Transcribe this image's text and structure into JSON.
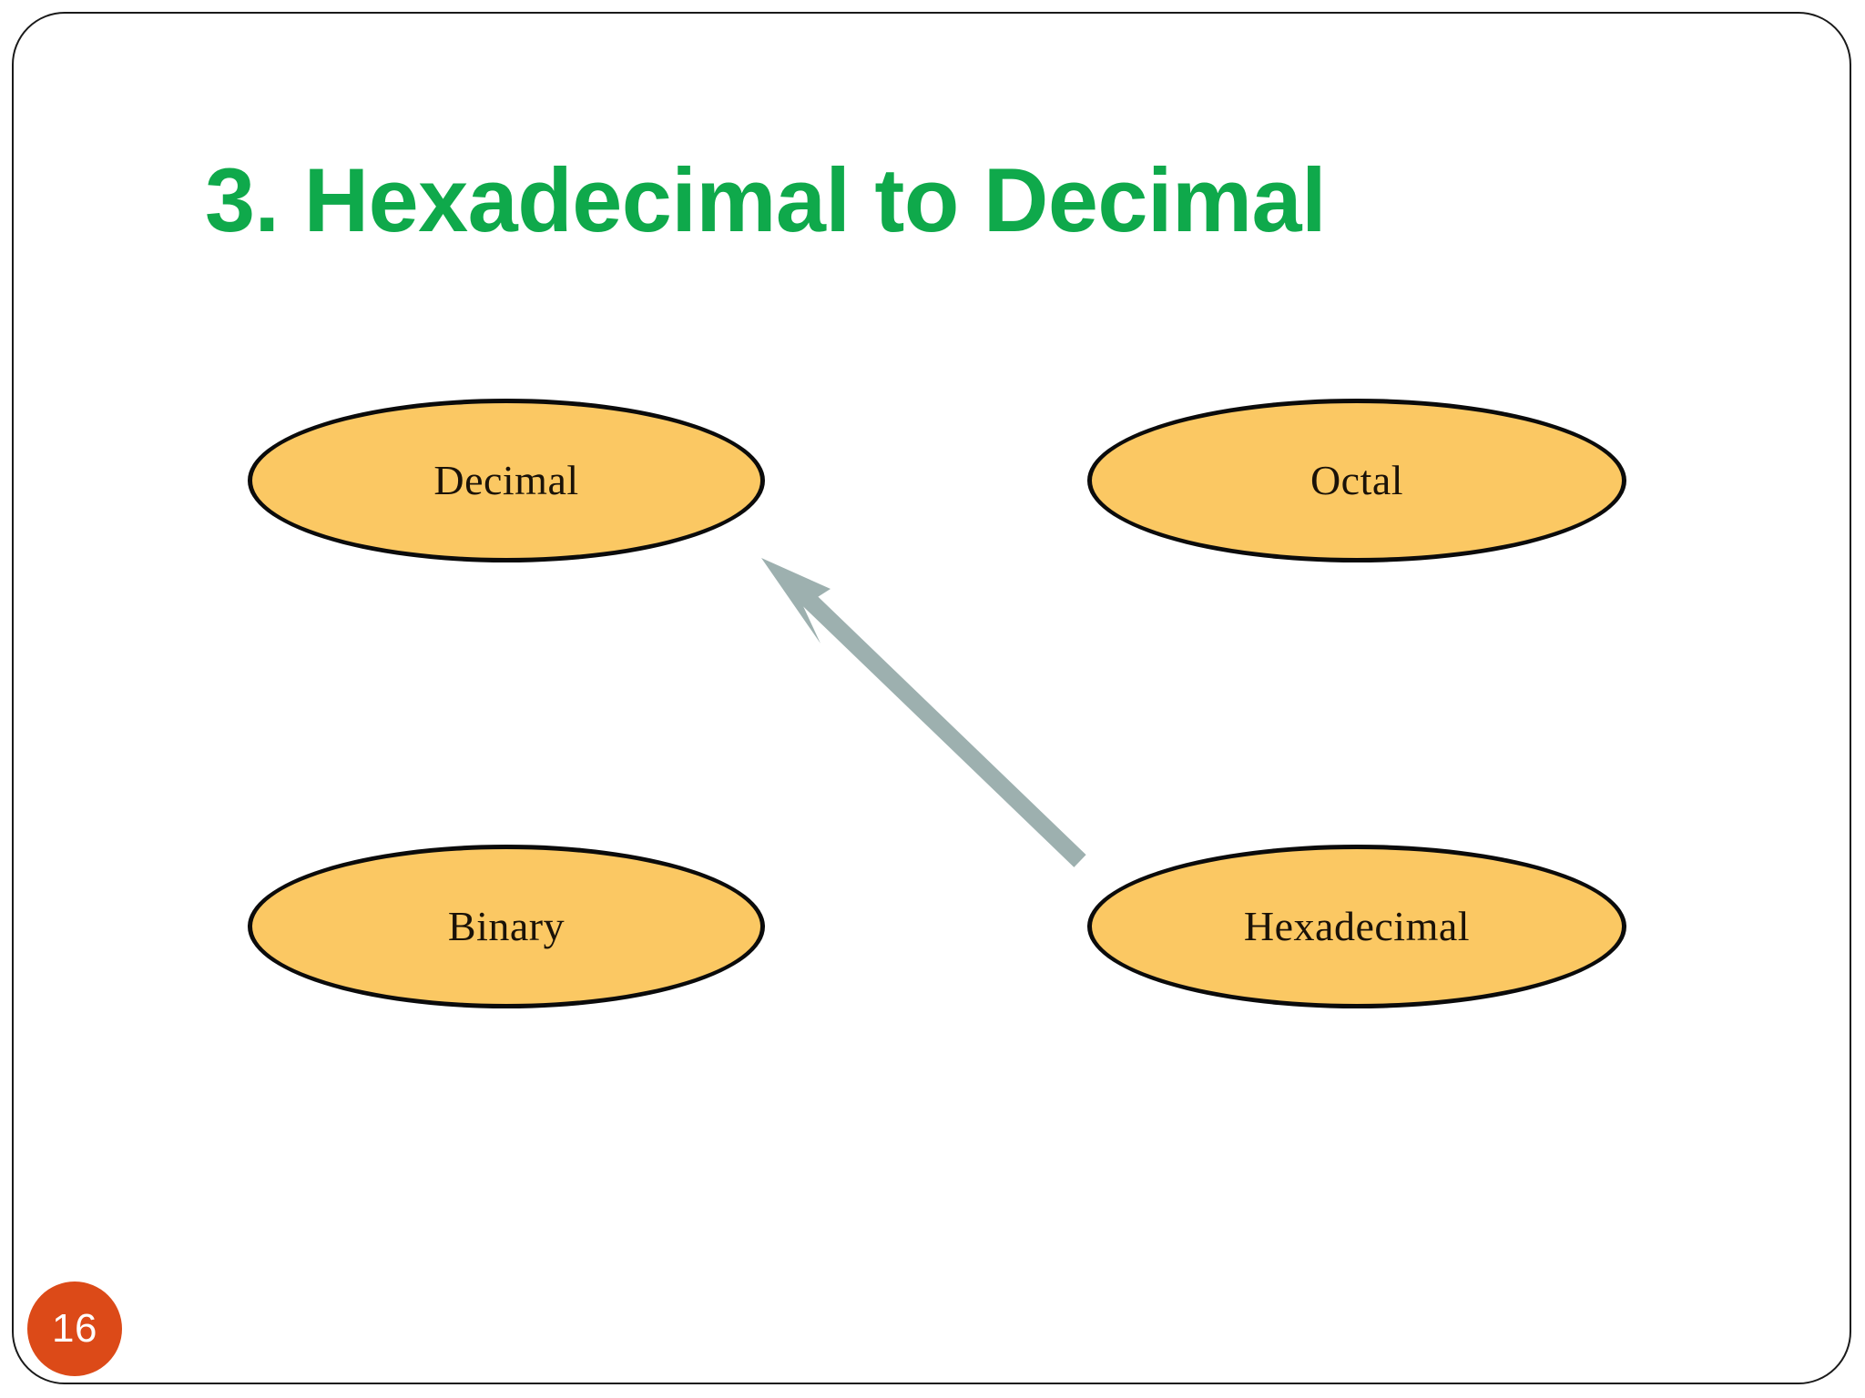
{
  "slide": {
    "title": "3. Hexadecimal to Decimal",
    "page_number": "16",
    "background_color": "#ffffff",
    "border_color": "#1a1a1a",
    "title_color": "#0fa94b",
    "badge_color": "#dc4a18",
    "badge_text_color": "#ffffff"
  },
  "diagram": {
    "node_fill_color": "#fbc863",
    "node_stroke_color": "#0b0b0b",
    "node_label_color": "#1a1208",
    "arrow_color": "#9db0af",
    "nodes": [
      {
        "id": "decimal",
        "label": "Decimal"
      },
      {
        "id": "octal",
        "label": "Octal"
      },
      {
        "id": "binary",
        "label": "Binary"
      },
      {
        "id": "hexadecimal",
        "label": "Hexadecimal"
      }
    ],
    "connections": [
      {
        "from": "hexadecimal",
        "to": "decimal",
        "style": "single-arrow"
      }
    ]
  }
}
